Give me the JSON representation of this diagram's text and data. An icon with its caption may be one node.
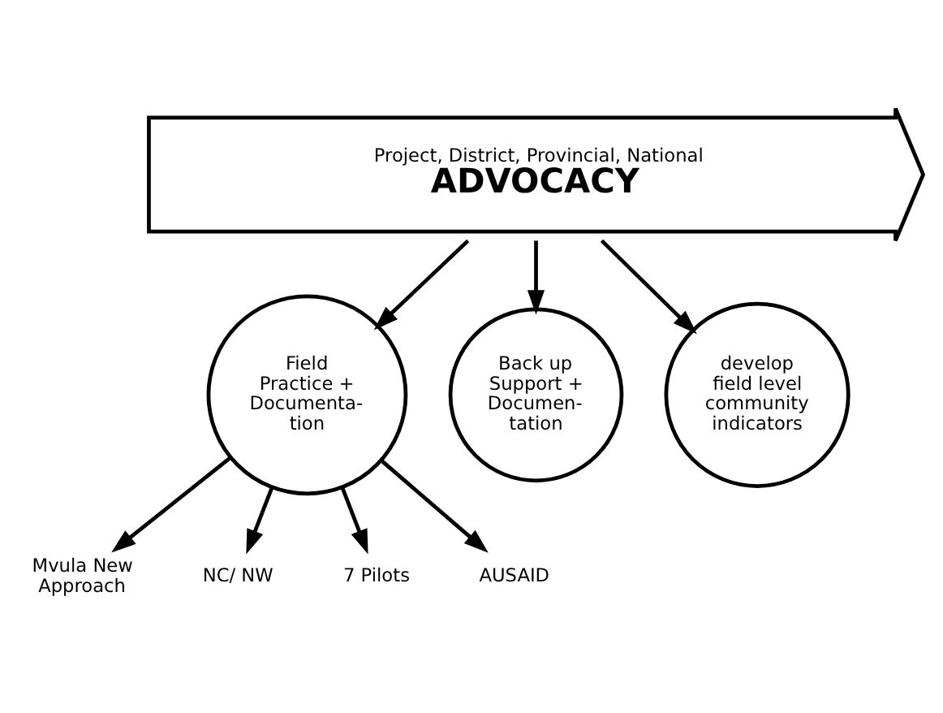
{
  "diagram": {
    "nodes": [
      {
        "text": [
          "Project, District, Provincial, National",
          "ADVOCACY"
        ]
      },
      {
        "text": [
          "Field Practice + Documenta- tion"
        ]
      },
      {
        "text": [
          "Back up Support + Documen- tation"
        ]
      },
      {
        "text": [
          "develop field level community indicators"
        ]
      },
      {
        "text": [
          "Mvula New Approach"
        ]
      },
      {
        "text": [
          "NC/ NW"
        ]
      },
      {
        "text": [
          "7 Pilots"
        ]
      },
      {
        "text": [
          "AUSAID"
        ]
      }
    ],
    "edges": [
      {
        "from": 0,
        "to": 1,
        "arrow": "to"
      },
      {
        "from": 0,
        "to": 2,
        "arrow": "to"
      },
      {
        "from": 0,
        "to": 3,
        "arrow": "to"
      },
      {
        "from": 1,
        "to": 4,
        "arrow": "to"
      },
      {
        "from": 1,
        "to": 5,
        "arrow": "to"
      },
      {
        "from": 1,
        "to": 6,
        "arrow": "to"
      },
      {
        "from": 1,
        "to": 7,
        "arrow": "to"
      }
    ]
  }
}
